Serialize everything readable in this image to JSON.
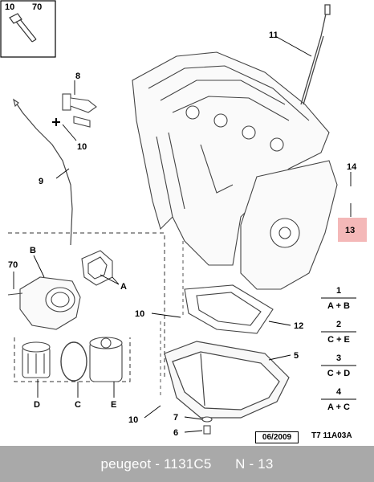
{
  "diagram": {
    "callouts": {
      "c10_top": "10",
      "c70_top": "70",
      "c8": "8",
      "c10_sensor": "10",
      "c9": "9",
      "c11": "11",
      "c14": "14",
      "c13": "13",
      "cB": "B",
      "c70_left": "70",
      "cA": "A",
      "c10_mid": "10",
      "c12": "12",
      "c5": "5",
      "cD": "D",
      "cC": "C",
      "cE": "E",
      "c10_bottom": "10",
      "c7": "7",
      "c6": "6"
    },
    "legend": [
      {
        "num": "1",
        "pair": "A + B"
      },
      {
        "num": "2",
        "pair": "C + E"
      },
      {
        "num": "3",
        "pair": "C + D"
      },
      {
        "num": "4",
        "pair": "A + C"
      }
    ],
    "highlight_color": "#f4b8b8",
    "date": "06/2009",
    "ref_code": "T7 11A03A"
  },
  "footer": {
    "brand": "peugeot",
    "part_number": "1131C5",
    "position": "N - 13"
  }
}
